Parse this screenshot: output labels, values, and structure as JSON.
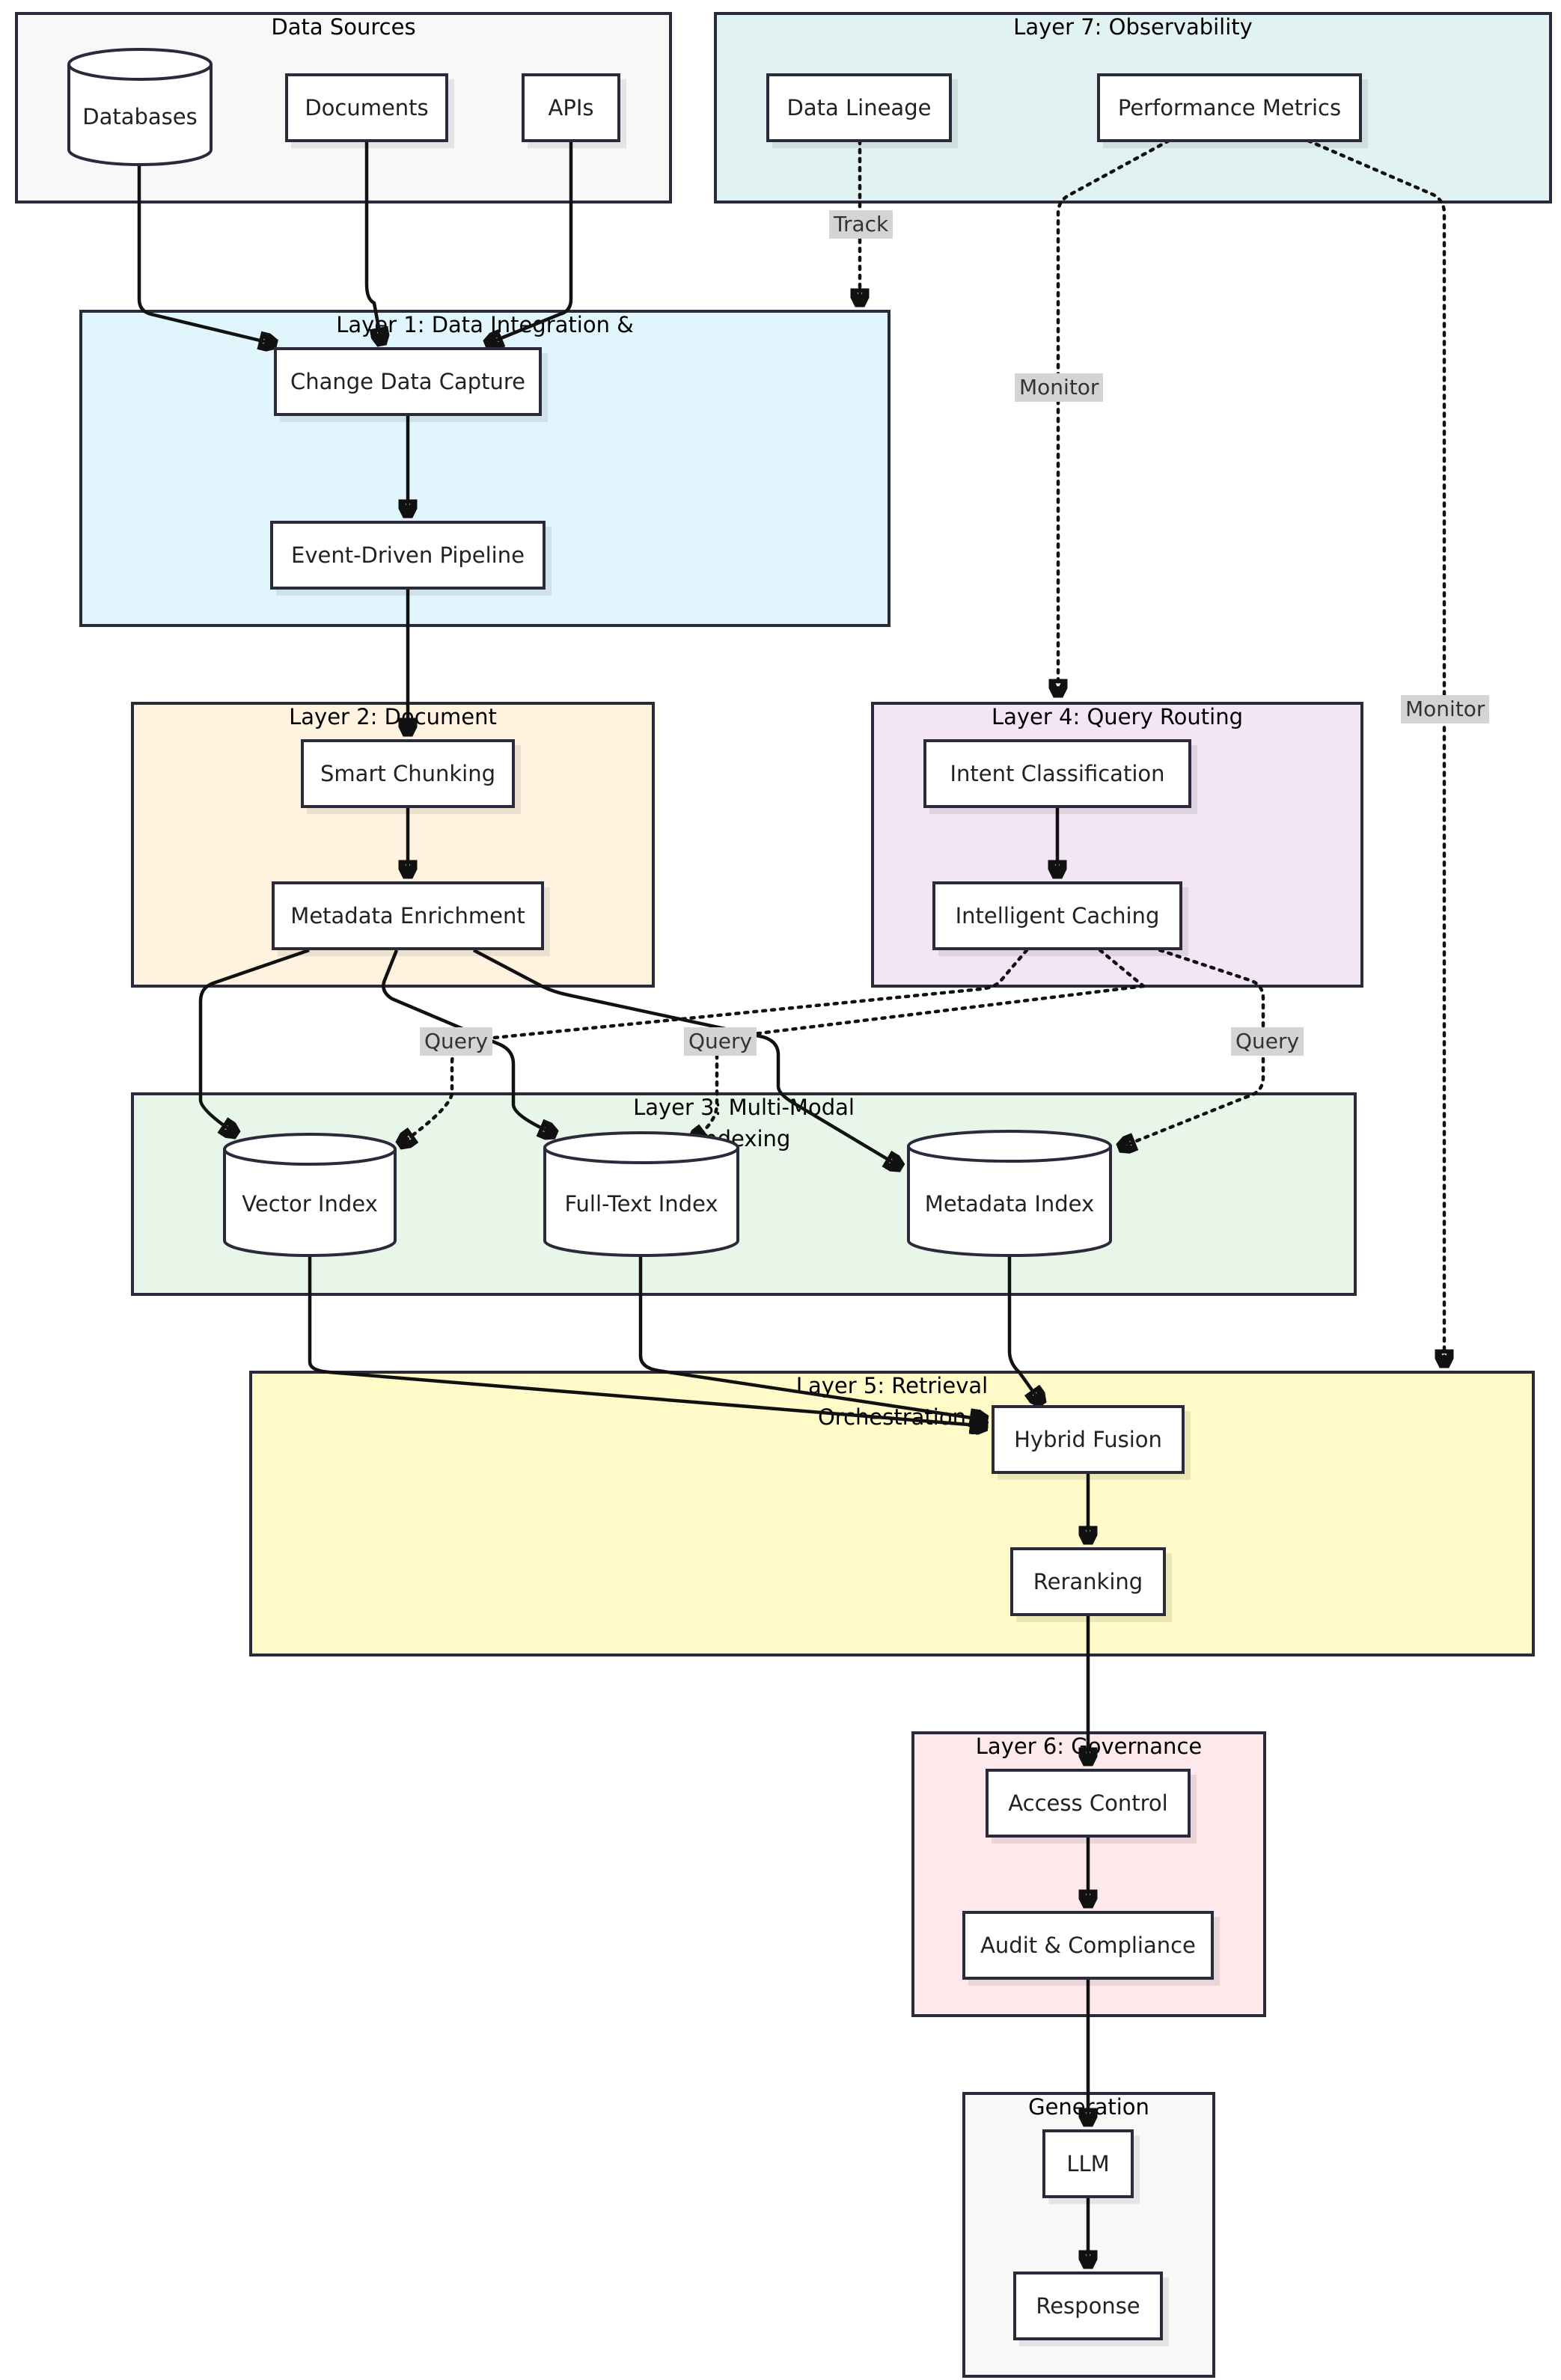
{
  "colors": {
    "sources": "#f8f8f8",
    "layer7": "#e0f2f1",
    "layer1": "#e1f5fd",
    "layer2": "#fff3e0",
    "layer4": "#f3e5f5",
    "layer3": "#e8f5e9",
    "layer5": "#fffac8",
    "layer6": "#fde8ec",
    "generation": "#f8f8f8",
    "edge_label_bg": "#d4d4d4"
  },
  "groups": {
    "sources": "Data Sources",
    "layer7": "Layer 7: Observability",
    "layer1": "Layer 1: Data Integration &",
    "layer2": "Layer 2: Document",
    "layer4": "Layer 4: Query Routing",
    "layer3_line1": "Layer 3: Multi-Modal",
    "layer3_line2": "Indexing",
    "layer5_line1": "Layer 5: Retrieval",
    "layer5_line2": "Orchestration",
    "layer6": "Layer 6: Governance",
    "generation": "Generation"
  },
  "nodes": {
    "databases": "Databases",
    "documents": "Documents",
    "apis": "APIs",
    "data_lineage": "Data Lineage",
    "performance_metrics": "Performance Metrics",
    "change_data_capture": "Change Data Capture",
    "event_driven_pipeline": "Event-Driven Pipeline",
    "smart_chunking": "Smart Chunking",
    "metadata_enrichment": "Metadata Enrichment",
    "intent_classification": "Intent Classification",
    "intelligent_caching": "Intelligent Caching",
    "vector_index": "Vector Index",
    "full_text_index": "Full-Text Index",
    "metadata_index": "Metadata Index",
    "hybrid_fusion": "Hybrid Fusion",
    "reranking": "Reranking",
    "access_control": "Access Control",
    "audit_compliance": "Audit & Compliance",
    "llm": "LLM",
    "response": "Response"
  },
  "edge_labels": {
    "track": "Track",
    "monitor_routing": "Monitor",
    "monitor_retrieval": "Monitor",
    "query_vector": "Query",
    "query_fulltext": "Query",
    "query_metadata": "Query"
  }
}
